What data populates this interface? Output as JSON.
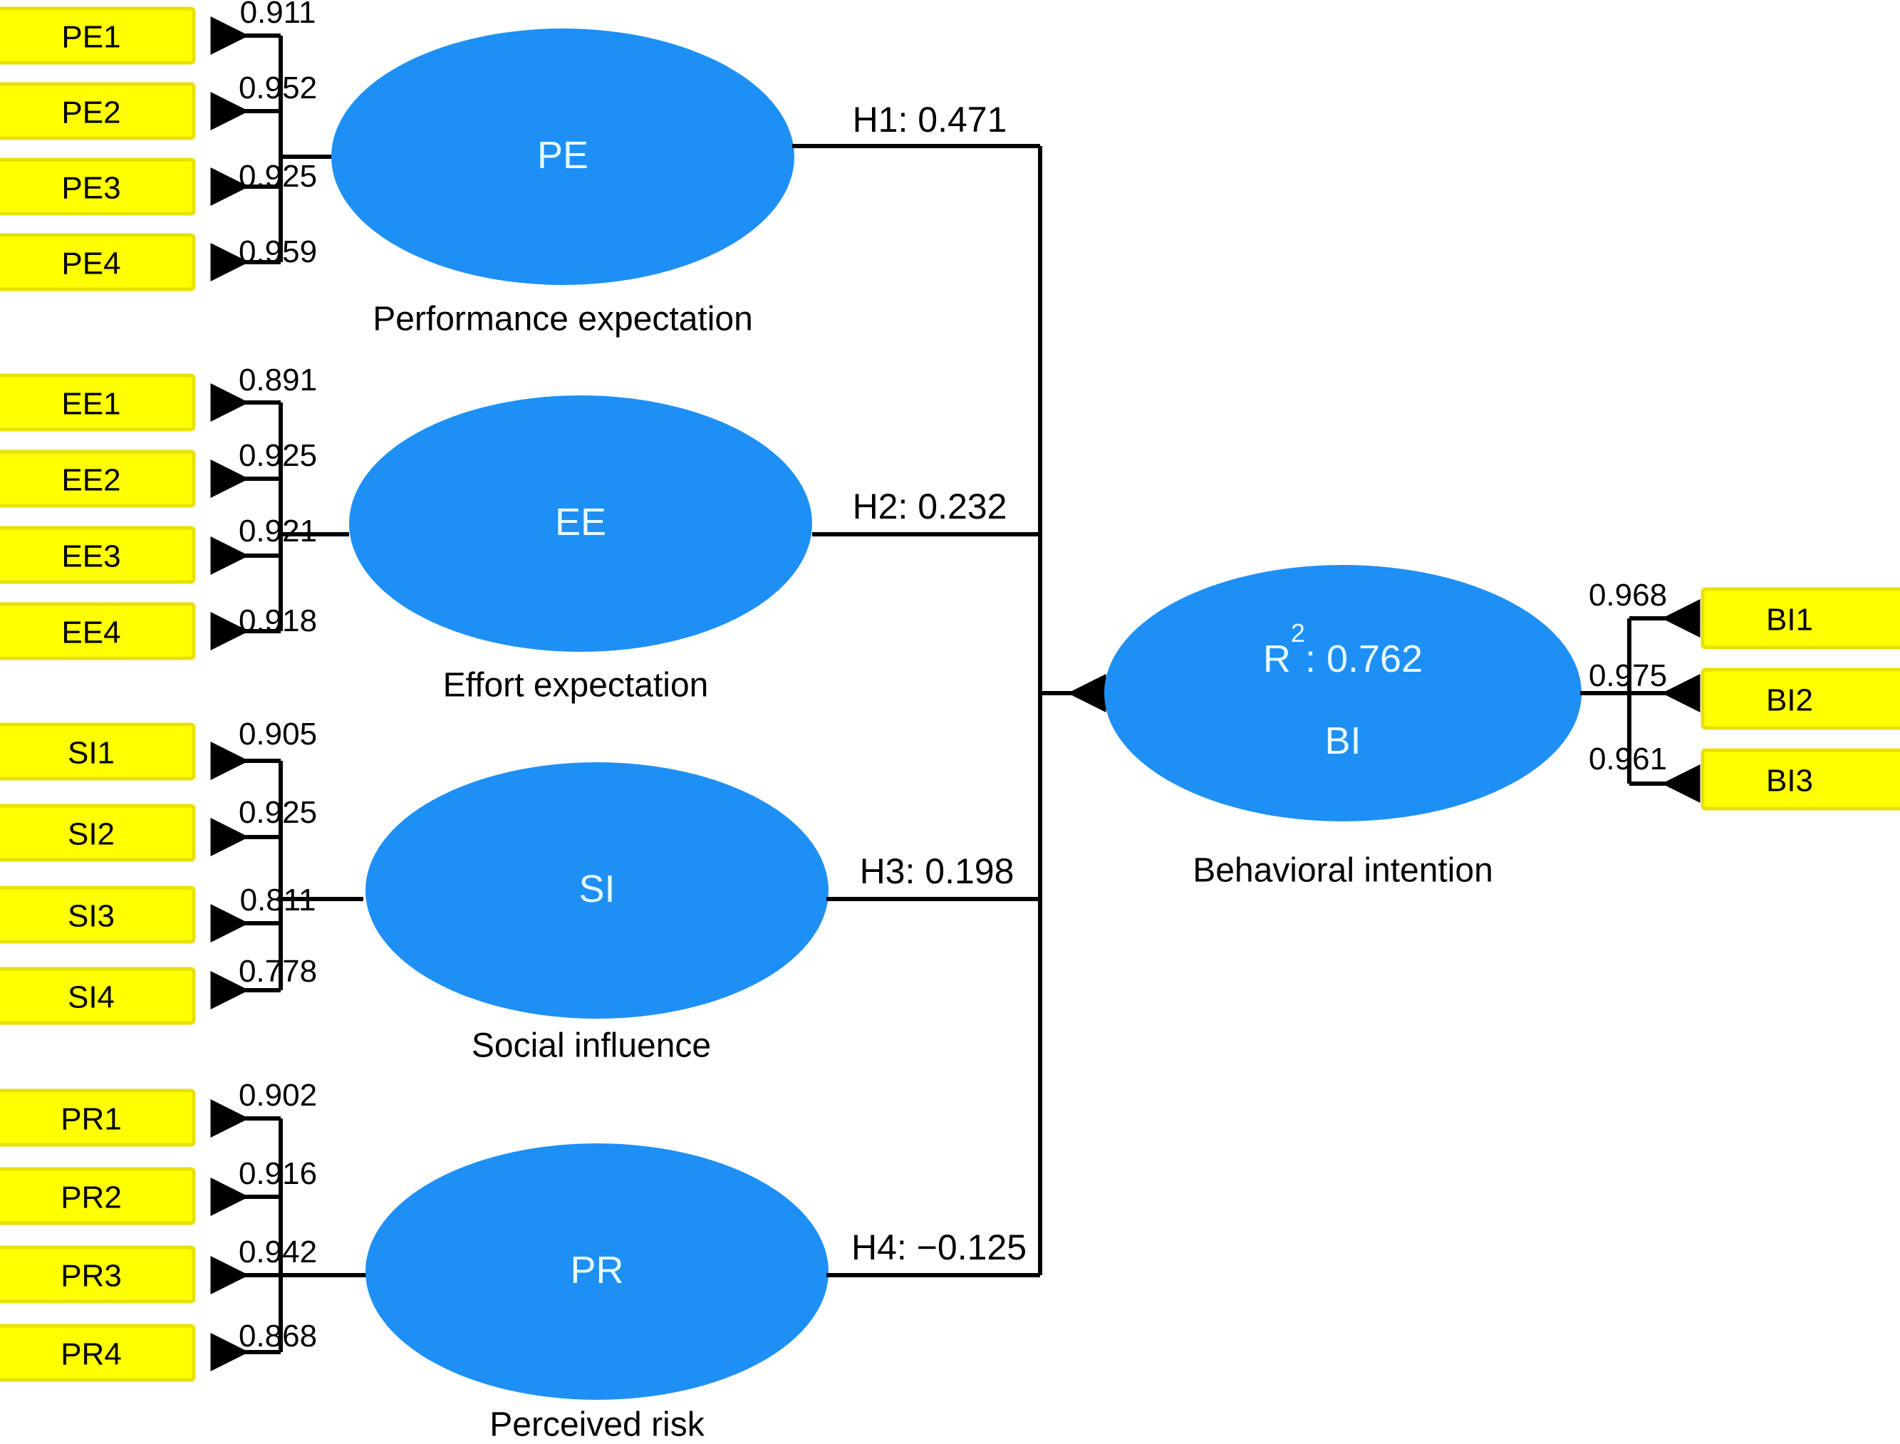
{
  "diagram": {
    "title_present": false,
    "colors": {
      "construct_fill": "#1E90F5",
      "indicator_fill": "#FFFF00",
      "indicator_stroke": "#E8E000",
      "line": "#000000",
      "construct_text": "#E8FBFF",
      "background": "#FFFFFF"
    }
  },
  "constructs": [
    {
      "id": "PE",
      "abbrev": "PE",
      "caption": "Performance expectation",
      "indicators": [
        {
          "name": "PE1",
          "loading": "0.911"
        },
        {
          "name": "PE2",
          "loading": "0.952"
        },
        {
          "name": "PE3",
          "loading": "0.925"
        },
        {
          "name": "PE4",
          "loading": "0.959"
        }
      ]
    },
    {
      "id": "EE",
      "abbrev": "EE",
      "caption": "Effort expectation",
      "indicators": [
        {
          "name": "EE1",
          "loading": "0.891"
        },
        {
          "name": "EE2",
          "loading": "0.925"
        },
        {
          "name": "EE3",
          "loading": "0.921"
        },
        {
          "name": "EE4",
          "loading": "0.918"
        }
      ]
    },
    {
      "id": "SI",
      "abbrev": "SI",
      "caption": "Social influence",
      "indicators": [
        {
          "name": "SI1",
          "loading": "0.905"
        },
        {
          "name": "SI2",
          "loading": "0.925"
        },
        {
          "name": "SI3",
          "loading": "0.811"
        },
        {
          "name": "SI4",
          "loading": "0.778"
        }
      ]
    },
    {
      "id": "PR",
      "abbrev": "PR",
      "caption": "Perceived risk",
      "indicators": [
        {
          "name": "PR1",
          "loading": "0.902"
        },
        {
          "name": "PR2",
          "loading": "0.916"
        },
        {
          "name": "PR3",
          "loading": "0.942"
        },
        {
          "name": "PR4",
          "loading": "0.868"
        }
      ]
    }
  ],
  "endogenous": {
    "id": "BI",
    "abbrev": "BI",
    "caption": "Behavioral intention",
    "r2_prefix": "R",
    "r2_exponent": "2",
    "r2_value": ": 0.762",
    "r2_full": "R2: 0.762",
    "indicators": [
      {
        "name": "BI1",
        "loading": "0.968"
      },
      {
        "name": "BI2",
        "loading": "0.975"
      },
      {
        "name": "BI3",
        "loading": "0.961"
      }
    ]
  },
  "structural_paths": [
    {
      "id": "H1",
      "from": "PE",
      "to": "BI",
      "label": "H1: 0.471",
      "value": "0.471"
    },
    {
      "id": "H2",
      "from": "EE",
      "to": "BI",
      "label": "H2: 0.232",
      "value": "0.232"
    },
    {
      "id": "H3",
      "from": "SI",
      "to": "BI",
      "label": "H3: 0.198",
      "value": "0.198"
    },
    {
      "id": "H4",
      "from": "PR",
      "to": "BI",
      "label": "H4: −0.125",
      "value": "-0.125"
    }
  ],
  "chart_data": {
    "type": "diagram",
    "subtype": "structural-equation-model",
    "measurement_model": {
      "PE": {
        "PE1": 0.911,
        "PE2": 0.952,
        "PE3": 0.925,
        "PE4": 0.959
      },
      "EE": {
        "EE1": 0.891,
        "EE2": 0.925,
        "EE3": 0.921,
        "EE4": 0.918
      },
      "SI": {
        "SI1": 0.905,
        "SI2": 0.925,
        "SI3": 0.811,
        "SI4": 0.778
      },
      "PR": {
        "PR1": 0.902,
        "PR2": 0.916,
        "PR3": 0.942,
        "PR4": 0.868
      },
      "BI": {
        "BI1": 0.968,
        "BI2": 0.975,
        "BI3": 0.961
      }
    },
    "structural_model": {
      "H1_PE_to_BI": 0.471,
      "H2_EE_to_BI": 0.232,
      "H3_SI_to_BI": 0.198,
      "H4_PR_to_BI": -0.125
    },
    "variance_explained": {
      "BI_R2": 0.762
    }
  }
}
